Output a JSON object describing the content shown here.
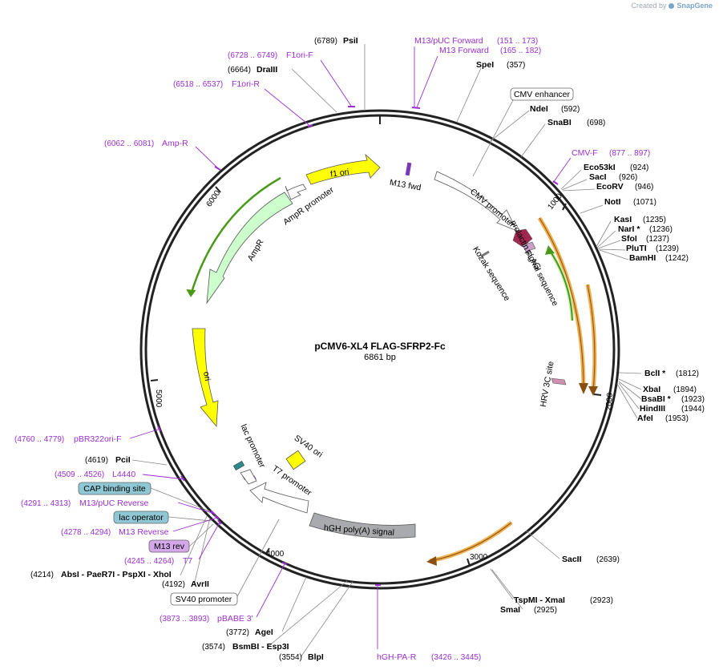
{
  "credit": {
    "prefix": "Created by",
    "brand": "SnapGene"
  },
  "plasmid": {
    "name": "pCMV6-XL4 FLAG-SFRP2-Fc",
    "size": "6861 bp"
  },
  "ticks": [
    "1000",
    "2000",
    "3000",
    "4000",
    "5000",
    "6000"
  ],
  "enzymes_right": [
    {
      "name": "PsiI",
      "pos": "(6789)"
    },
    {
      "name": "SpeI",
      "pos": "(357)"
    },
    {
      "name": "NdeI",
      "pos": "(592)"
    },
    {
      "name": "SnaBI",
      "pos": "(698)"
    },
    {
      "name": "Eco53kI",
      "pos": "(924)"
    },
    {
      "name": "SacI",
      "pos": "(926)"
    },
    {
      "name": "EcoRV",
      "pos": "(946)"
    },
    {
      "name": "NotI",
      "pos": "(1071)"
    },
    {
      "name": "KasI",
      "pos": "(1235)"
    },
    {
      "name": "NarI *",
      "pos": "(1236)"
    },
    {
      "name": "SfoI",
      "pos": "(1237)"
    },
    {
      "name": "PluTI",
      "pos": "(1239)"
    },
    {
      "name": "BamHI",
      "pos": "(1242)"
    },
    {
      "name": "BclI *",
      "pos": "(1812)"
    },
    {
      "name": "XbaI",
      "pos": "(1894)"
    },
    {
      "name": "BsaBI *",
      "pos": "(1923)"
    },
    {
      "name": "HindIII",
      "pos": "(1944)"
    },
    {
      "name": "AfeI",
      "pos": "(1953)"
    },
    {
      "name": "SacII",
      "pos": "(2639)"
    },
    {
      "name": "TspMI - XmaI",
      "pos": "(2923)"
    },
    {
      "name": "SmaI",
      "pos": "(2925)"
    }
  ],
  "enzymes_left": [
    {
      "name": "DraIII",
      "pos": "(6664)"
    },
    {
      "name": "PciI",
      "pos": "(4619)"
    },
    {
      "name": "AbsI - PaeR7I - PspXI - XhoI",
      "pos": "(4214)"
    },
    {
      "name": "AvrII",
      "pos": "(4192)"
    },
    {
      "name": "AgeI",
      "pos": "(3772)"
    },
    {
      "name": "BsmBI - Esp3I",
      "pos": "(3574)"
    },
    {
      "name": "BlpI",
      "pos": "(3554)"
    }
  ],
  "primers": [
    {
      "name": "M13/pUC Forward",
      "pos": "(151 .. 173)"
    },
    {
      "name": "M13 Forward",
      "pos": "(165 .. 182)"
    },
    {
      "name": "F1ori-F",
      "pos": "(6728 .. 6749)"
    },
    {
      "name": "F1ori-R",
      "pos": "(6518 .. 6537)"
    },
    {
      "name": "Amp-R",
      "pos": "(6062 .. 6081)"
    },
    {
      "name": "CMV-F",
      "pos": "(877 .. 897)"
    },
    {
      "name": "pBR322ori-F",
      "pos": "(4760 .. 4779)"
    },
    {
      "name": "L4440",
      "pos": "(4509 .. 4526)"
    },
    {
      "name": "M13/pUC Reverse",
      "pos": "(4291 .. 4313)"
    },
    {
      "name": "M13 Reverse",
      "pos": "(4278 .. 4294)"
    },
    {
      "name": "T7",
      "pos": "(4245 .. 4264)"
    },
    {
      "name": "pBABE 3'",
      "pos": "(3873 .. 3893)"
    },
    {
      "name": "hGH-PA-R",
      "pos": "(3426 .. 3445)"
    }
  ],
  "boxed_labels": [
    {
      "name": "CMV enhancer",
      "style": "white"
    },
    {
      "name": "CAP binding site",
      "style": "teal"
    },
    {
      "name": "lac operator",
      "style": "teal"
    },
    {
      "name": "M13 rev",
      "style": "purple"
    },
    {
      "name": "SV40 promoter",
      "style": "white"
    }
  ],
  "features": {
    "f1_ori": "f1 ori",
    "ampr_promoter": "AmpR promoter",
    "ampr": "AmpR",
    "ori": "ori",
    "m13_fwd": "M13 fwd",
    "cmv_promoter": "CMV promoter",
    "prolactin": "prolactin signal sequence",
    "flag": "FLAG",
    "kozak": "Kozak sequence",
    "hrv": "HRV 3C site",
    "lac_promoter": "lac promoter",
    "t7_promoter": "T7 promoter",
    "sv40_ori": "SV40 ori",
    "hgh": "hGH poly(A) signal"
  },
  "colors": {
    "backbone": "#222222",
    "enzyme": "#000000",
    "primer": "#9b2fd0",
    "ori": "#ffff00",
    "ampr": "#ccffcc",
    "orf_green": "#4a9a1a",
    "orf_orange": "#f0b050",
    "hgh": "#a9aaad",
    "flag": "#a02850",
    "teal": "#8fc8d4",
    "purple_box": "#d4a8ea"
  }
}
